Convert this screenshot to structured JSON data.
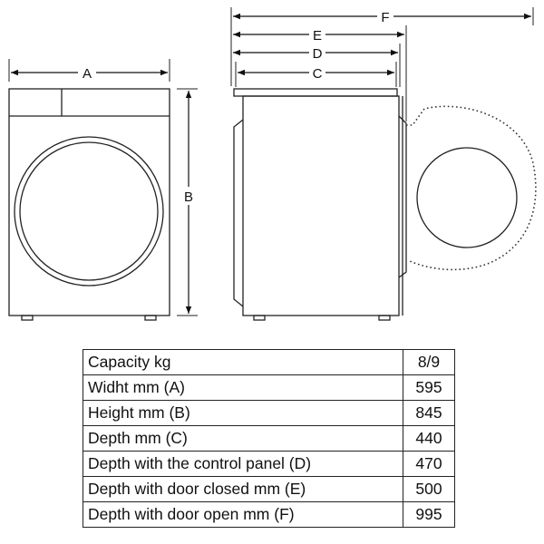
{
  "diagram": {
    "labels": {
      "a": "A",
      "b": "B",
      "c": "C",
      "d": "D",
      "e": "E",
      "f": "F"
    }
  },
  "specs": {
    "rows": [
      {
        "label": "Capacity kg",
        "value": "8/9"
      },
      {
        "label": "Widht mm (A)",
        "value": "595"
      },
      {
        "label": "Height mm (B)",
        "value": "845"
      },
      {
        "label": "Depth mm (C)",
        "value": "440"
      },
      {
        "label": "Depth with the control panel (D)",
        "value": "470"
      },
      {
        "label": "Depth with door closed mm (E)",
        "value": "500"
      },
      {
        "label": "Depth with door open mm (F)",
        "value": "995"
      }
    ]
  }
}
